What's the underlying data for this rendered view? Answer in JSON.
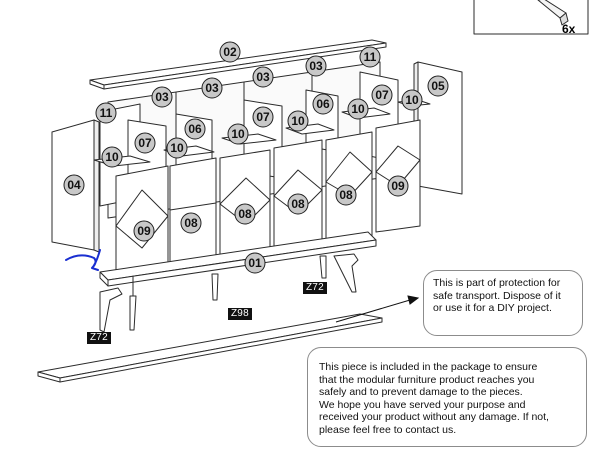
{
  "part_labels": {
    "p02": "02",
    "p11a": "11",
    "p11b": "11",
    "p03a": "03",
    "p03b": "03",
    "p03c": "03",
    "p03d": "03",
    "p05": "05",
    "p06a": "06",
    "p06b": "06",
    "p07a": "07",
    "p07b": "07",
    "p07c": "07",
    "p10a": "10",
    "p10b": "10",
    "p10c": "10",
    "p10d": "10",
    "p10e": "10",
    "p10f": "10",
    "p04": "04",
    "p09a": "09",
    "p09b": "09",
    "p08a": "08",
    "p08b": "08",
    "p08c": "08",
    "p08d": "08",
    "p01": "01"
  },
  "hardware_labels": {
    "z72_left": "Z72",
    "z72_right": "Z72",
    "z98": "Z98"
  },
  "quantity_label": "6x",
  "note_protection": {
    "lines": [
      "This is part of protection for",
      "safe transport. Dispose of it",
      "or use it for a DIY project."
    ]
  },
  "note_package": {
    "lines": [
      "This piece is included in the package to ensure",
      "that the modular furniture product reaches you",
      "safely and to prevent damage to the pieces.",
      "We hope you have served your purpose and",
      "received your product without any damage. If not,",
      "please feel free to contact us."
    ]
  },
  "colors": {
    "line": "#2b2b2b",
    "panel_fill": "#ffffff",
    "badge_fill": "#c8c8c8",
    "arrow_blue": "#1a2fd1"
  }
}
